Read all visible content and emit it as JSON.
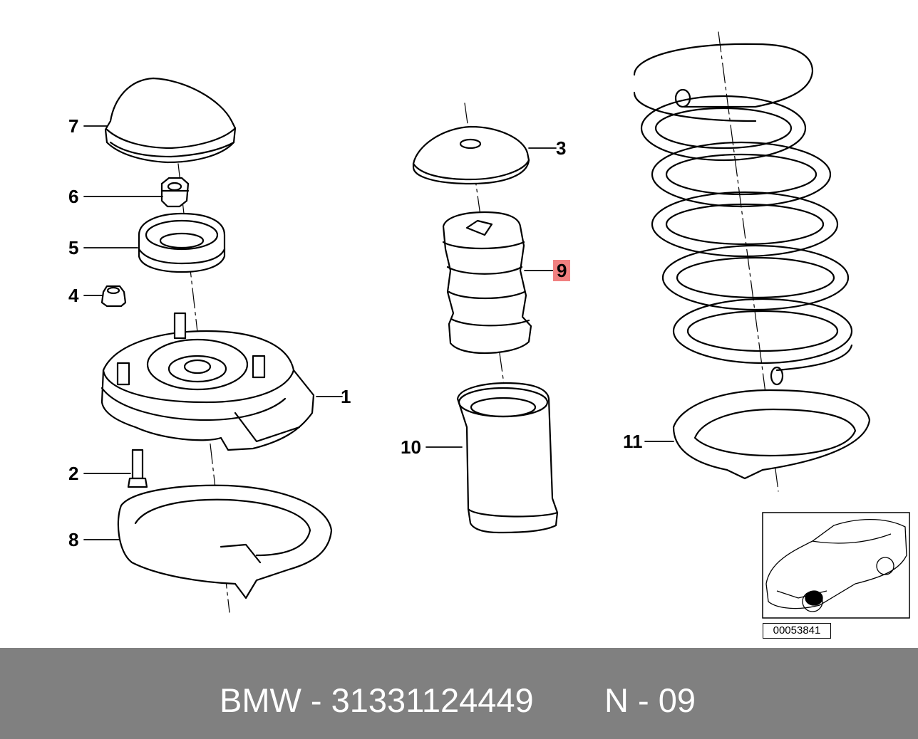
{
  "diagram": {
    "callouts": [
      "7",
      "6",
      "5",
      "4",
      "1",
      "2",
      "8",
      "3",
      "9",
      "10",
      "11"
    ],
    "highlighted_callout": "9",
    "reference_code": "00053841"
  },
  "footer": {
    "brand_part": "BMW - 31331124449",
    "position": "N - 09"
  },
  "colors": {
    "line": "#000000",
    "highlight": "#f08080",
    "footer_bg": "#808080",
    "footer_text": "#ffffff"
  }
}
